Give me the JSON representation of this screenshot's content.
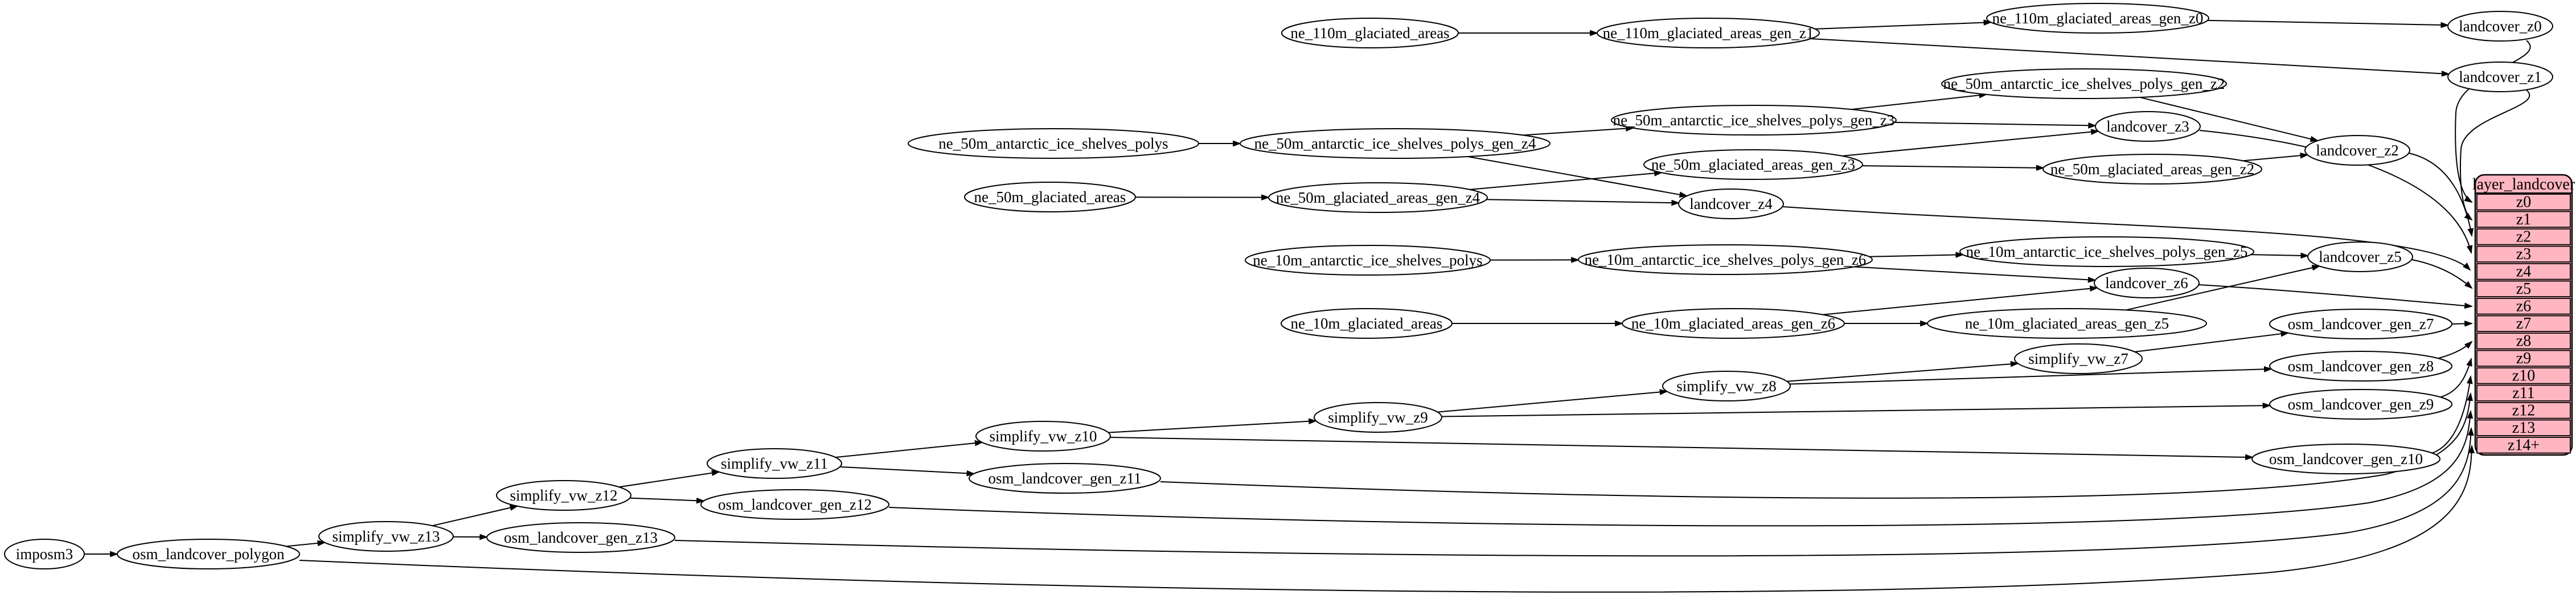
{
  "diagram": {
    "background": "#ffffff",
    "node_fill": "#ffffff",
    "node_stroke": "#000000",
    "edge_color": "#000000",
    "nodes": [
      {
        "id": "imposm3",
        "label": "imposm3"
      },
      {
        "id": "osm_landcover_polygon",
        "label": "osm_landcover_polygon"
      },
      {
        "id": "simplify_vw_z13",
        "label": "simplify_vw_z13"
      },
      {
        "id": "osm_landcover_gen_z13",
        "label": "osm_landcover_gen_z13"
      },
      {
        "id": "simplify_vw_z12",
        "label": "simplify_vw_z12"
      },
      {
        "id": "osm_landcover_gen_z12",
        "label": "osm_landcover_gen_z12"
      },
      {
        "id": "simplify_vw_z11",
        "label": "simplify_vw_z11"
      },
      {
        "id": "osm_landcover_gen_z11",
        "label": "osm_landcover_gen_z11"
      },
      {
        "id": "simplify_vw_z10",
        "label": "simplify_vw_z10"
      },
      {
        "id": "osm_landcover_gen_z10",
        "label": "osm_landcover_gen_z10"
      },
      {
        "id": "simplify_vw_z9",
        "label": "simplify_vw_z9"
      },
      {
        "id": "osm_landcover_gen_z9",
        "label": "osm_landcover_gen_z9"
      },
      {
        "id": "simplify_vw_z8",
        "label": "simplify_vw_z8"
      },
      {
        "id": "osm_landcover_gen_z8",
        "label": "osm_landcover_gen_z8"
      },
      {
        "id": "simplify_vw_z7",
        "label": "simplify_vw_z7"
      },
      {
        "id": "osm_landcover_gen_z7",
        "label": "osm_landcover_gen_z7"
      },
      {
        "id": "ne_10m_glaciated_areas",
        "label": "ne_10m_glaciated_areas"
      },
      {
        "id": "ne_10m_glaciated_areas_gen_z6",
        "label": "ne_10m_glaciated_areas_gen_z6"
      },
      {
        "id": "ne_10m_glaciated_areas_gen_z5",
        "label": "ne_10m_glaciated_areas_gen_z5"
      },
      {
        "id": "ne_10m_antarctic_ice_shelves_polys",
        "label": "ne_10m_antarctic_ice_shelves_polys"
      },
      {
        "id": "ne_10m_antarctic_ice_shelves_polys_gen_z6",
        "label": "ne_10m_antarctic_ice_shelves_polys_gen_z6"
      },
      {
        "id": "ne_10m_antarctic_ice_shelves_polys_gen_z5",
        "label": "ne_10m_antarctic_ice_shelves_polys_gen_z5"
      },
      {
        "id": "landcover_z5",
        "label": "landcover_z5"
      },
      {
        "id": "landcover_z6",
        "label": "landcover_z6"
      },
      {
        "id": "ne_50m_glaciated_areas",
        "label": "ne_50m_glaciated_areas"
      },
      {
        "id": "ne_50m_glaciated_areas_gen_z4",
        "label": "ne_50m_glaciated_areas_gen_z4"
      },
      {
        "id": "ne_50m_glaciated_areas_gen_z3",
        "label": "ne_50m_glaciated_areas_gen_z3"
      },
      {
        "id": "ne_50m_glaciated_areas_gen_z2",
        "label": "ne_50m_glaciated_areas_gen_z2"
      },
      {
        "id": "landcover_z4",
        "label": "landcover_z4"
      },
      {
        "id": "landcover_z3",
        "label": "landcover_z3"
      },
      {
        "id": "landcover_z2",
        "label": "landcover_z2"
      },
      {
        "id": "ne_50m_antarctic_ice_shelves_polys",
        "label": "ne_50m_antarctic_ice_shelves_polys"
      },
      {
        "id": "ne_50m_antarctic_ice_shelves_polys_gen_z4",
        "label": "ne_50m_antarctic_ice_shelves_polys_gen_z4"
      },
      {
        "id": "ne_50m_antarctic_ice_shelves_polys_gen_z3",
        "label": "ne_50m_antarctic_ice_shelves_polys_gen_z3"
      },
      {
        "id": "ne_50m_antarctic_ice_shelves_polys_gen_z2",
        "label": "ne_50m_antarctic_ice_shelves_polys_gen_z2"
      },
      {
        "id": "ne_110m_glaciated_areas",
        "label": "ne_110m_glaciated_areas"
      },
      {
        "id": "ne_110m_glaciated_areas_gen_z1",
        "label": "ne_110m_glaciated_areas_gen_z1"
      },
      {
        "id": "ne_110m_glaciated_areas_gen_z0",
        "label": "ne_110m_glaciated_areas_gen_z0"
      },
      {
        "id": "landcover_z0",
        "label": "landcover_z0"
      },
      {
        "id": "landcover_z1",
        "label": "landcover_z1"
      }
    ],
    "edges": [
      {
        "from": "imposm3",
        "to": "osm_landcover_polygon"
      },
      {
        "from": "osm_landcover_polygon",
        "to": "simplify_vw_z13"
      },
      {
        "from": "osm_landcover_polygon",
        "to_row": "z14+"
      },
      {
        "from": "simplify_vw_z13",
        "to": "simplify_vw_z12"
      },
      {
        "from": "simplify_vw_z13",
        "to": "osm_landcover_gen_z13"
      },
      {
        "from": "osm_landcover_gen_z13",
        "to_row": "z13"
      },
      {
        "from": "simplify_vw_z12",
        "to": "simplify_vw_z11"
      },
      {
        "from": "simplify_vw_z12",
        "to": "osm_landcover_gen_z12"
      },
      {
        "from": "osm_landcover_gen_z12",
        "to_row": "z12"
      },
      {
        "from": "simplify_vw_z11",
        "to": "simplify_vw_z10"
      },
      {
        "from": "simplify_vw_z11",
        "to": "osm_landcover_gen_z11"
      },
      {
        "from": "osm_landcover_gen_z11",
        "to_row": "z11"
      },
      {
        "from": "simplify_vw_z10",
        "to": "simplify_vw_z9"
      },
      {
        "from": "simplify_vw_z10",
        "to": "osm_landcover_gen_z10"
      },
      {
        "from": "osm_landcover_gen_z10",
        "to_row": "z10"
      },
      {
        "from": "simplify_vw_z9",
        "to": "simplify_vw_z8"
      },
      {
        "from": "simplify_vw_z9",
        "to": "osm_landcover_gen_z9"
      },
      {
        "from": "osm_landcover_gen_z9",
        "to_row": "z9"
      },
      {
        "from": "simplify_vw_z8",
        "to": "simplify_vw_z7"
      },
      {
        "from": "simplify_vw_z8",
        "to": "osm_landcover_gen_z8"
      },
      {
        "from": "osm_landcover_gen_z8",
        "to_row": "z8"
      },
      {
        "from": "simplify_vw_z7",
        "to": "osm_landcover_gen_z7"
      },
      {
        "from": "osm_landcover_gen_z7",
        "to_row": "z7"
      },
      {
        "from": "ne_10m_glaciated_areas",
        "to": "ne_10m_glaciated_areas_gen_z6"
      },
      {
        "from": "ne_10m_glaciated_areas_gen_z6",
        "to": "ne_10m_glaciated_areas_gen_z5"
      },
      {
        "from": "ne_10m_glaciated_areas_gen_z6",
        "to": "landcover_z6"
      },
      {
        "from": "ne_10m_glaciated_areas_gen_z5",
        "to": "landcover_z5"
      },
      {
        "from": "ne_10m_antarctic_ice_shelves_polys",
        "to": "ne_10m_antarctic_ice_shelves_polys_gen_z6"
      },
      {
        "from": "ne_10m_antarctic_ice_shelves_polys_gen_z6",
        "to": "ne_10m_antarctic_ice_shelves_polys_gen_z5"
      },
      {
        "from": "ne_10m_antarctic_ice_shelves_polys_gen_z6",
        "to": "landcover_z6"
      },
      {
        "from": "ne_10m_antarctic_ice_shelves_polys_gen_z5",
        "to": "landcover_z5"
      },
      {
        "from": "landcover_z5",
        "to_row": "z5"
      },
      {
        "from": "landcover_z6",
        "to_row": "z6"
      },
      {
        "from": "ne_50m_glaciated_areas",
        "to": "ne_50m_glaciated_areas_gen_z4"
      },
      {
        "from": "ne_50m_glaciated_areas_gen_z4",
        "to": "ne_50m_glaciated_areas_gen_z3"
      },
      {
        "from": "ne_50m_glaciated_areas_gen_z4",
        "to": "landcover_z4"
      },
      {
        "from": "ne_50m_glaciated_areas_gen_z3",
        "to": "ne_50m_glaciated_areas_gen_z2"
      },
      {
        "from": "ne_50m_glaciated_areas_gen_z3",
        "to": "landcover_z3"
      },
      {
        "from": "ne_50m_glaciated_areas_gen_z2",
        "to": "landcover_z2"
      },
      {
        "from": "ne_50m_antarctic_ice_shelves_polys",
        "to": "ne_50m_antarctic_ice_shelves_polys_gen_z4"
      },
      {
        "from": "ne_50m_antarctic_ice_shelves_polys_gen_z4",
        "to": "ne_50m_antarctic_ice_shelves_polys_gen_z3"
      },
      {
        "from": "ne_50m_antarctic_ice_shelves_polys_gen_z4",
        "to": "landcover_z4"
      },
      {
        "from": "ne_50m_antarctic_ice_shelves_polys_gen_z3",
        "to": "ne_50m_antarctic_ice_shelves_polys_gen_z2"
      },
      {
        "from": "ne_50m_antarctic_ice_shelves_polys_gen_z3",
        "to": "landcover_z3"
      },
      {
        "from": "ne_50m_antarctic_ice_shelves_polys_gen_z2",
        "to": "landcover_z2"
      },
      {
        "from": "landcover_z2",
        "to_row": "z2"
      },
      {
        "from": "landcover_z3",
        "to_row": "z3"
      },
      {
        "from": "landcover_z4",
        "to_row": "z4"
      },
      {
        "from": "ne_110m_glaciated_areas",
        "to": "ne_110m_glaciated_areas_gen_z1"
      },
      {
        "from": "ne_110m_glaciated_areas_gen_z1",
        "to": "ne_110m_glaciated_areas_gen_z0"
      },
      {
        "from": "ne_110m_glaciated_areas_gen_z1",
        "to": "landcover_z1"
      },
      {
        "from": "ne_110m_glaciated_areas_gen_z0",
        "to": "landcover_z0"
      },
      {
        "from": "landcover_z0",
        "to_row": "z0"
      },
      {
        "from": "landcover_z1",
        "to_row": "z1"
      }
    ],
    "table": {
      "title": "layer_landcover",
      "fill": "#ffb6c1",
      "stroke": "#000000",
      "rows": [
        "z0",
        "z1",
        "z2",
        "z3",
        "z4",
        "z5",
        "z6",
        "z7",
        "z8",
        "z9",
        "z10",
        "z11",
        "z12",
        "z13",
        "z14+"
      ]
    }
  }
}
